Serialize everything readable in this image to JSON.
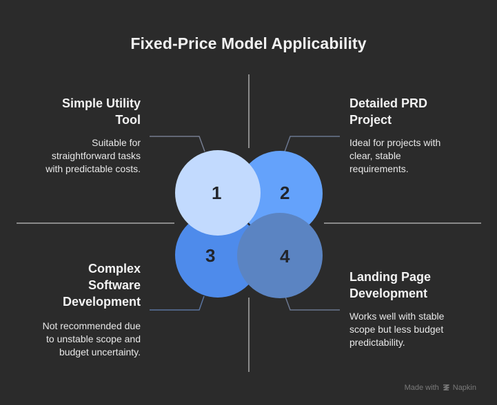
{
  "title": "Fixed-Price Model Applicability",
  "colors": {
    "background": "#2b2b2b",
    "circle_1": "#c2dafe",
    "circle_2": "#64a2fb",
    "circle_3": "#4e8beb",
    "circle_4": "#5b84c2",
    "axis_line": "#8a8a8a",
    "connector_line": "#6b7790"
  },
  "quadrants": [
    {
      "number": "1",
      "heading": "Simple Utility Tool",
      "heading_lines": [
        "Simple Utility",
        "Tool"
      ],
      "description": "Suitable for straightforward tasks with predictable costs.",
      "description_lines": [
        "Suitable for",
        "straightforward tasks",
        "with predictable costs."
      ]
    },
    {
      "number": "2",
      "heading": "Detailed PRD Project",
      "heading_lines": [
        "Detailed PRD",
        "Project"
      ],
      "description": "Ideal for projects with clear, stable requirements.",
      "description_lines": [
        "Ideal for projects with",
        "clear, stable",
        "requirements."
      ]
    },
    {
      "number": "3",
      "heading": "Complex Software Development",
      "heading_lines": [
        "Complex",
        "Software",
        "Development"
      ],
      "description": "Not recommended due to unstable scope and budget uncertainty.",
      "description_lines": [
        "Not recommended due",
        "to unstable scope and",
        "budget uncertainty."
      ]
    },
    {
      "number": "4",
      "heading": "Landing Page Development",
      "heading_lines": [
        "Landing Page",
        "Development"
      ],
      "description": "Works well with stable scope but less budget predictability.",
      "description_lines": [
        "Works well with stable",
        "scope but less budget",
        "predictability."
      ]
    }
  ],
  "footer": {
    "made_with": "Made with",
    "brand": "Napkin",
    "icon": "napkin-logo-icon"
  }
}
